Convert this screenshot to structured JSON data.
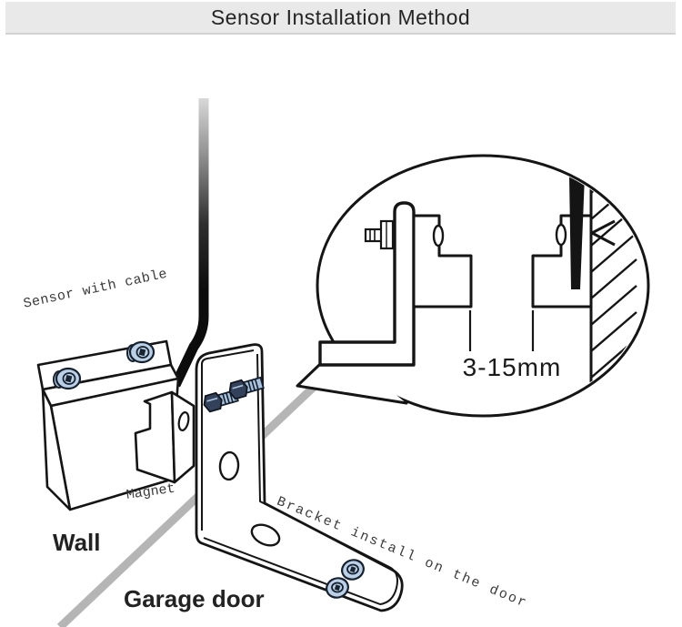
{
  "title": "Sensor Installation Method",
  "diagram": {
    "labels": {
      "sensor": "Sensor with cable",
      "magnet": "Magnet",
      "bracket": "Bracket install on the door",
      "wall": "Wall",
      "garage_door": "Garage door",
      "gap_dimension": "3-15mm"
    },
    "callout": {
      "shape": "magnifier-balloon",
      "shows": "cross-section of magnet bracket and wall-mounted sensor with required gap"
    },
    "parts": [
      "sensor-with-cable",
      "magnet-block",
      "l-bracket",
      "mounting-screws",
      "cable",
      "wall-hatching"
    ]
  },
  "colors": {
    "band_bg": "#e9e9e9",
    "band_border": "#d2d2d2",
    "line": "#151515",
    "screw_blue": "#b9d0e6",
    "screw_dark": "#1a2430",
    "divider_gray": "#b5b5b5",
    "cable_black": "#141414"
  }
}
